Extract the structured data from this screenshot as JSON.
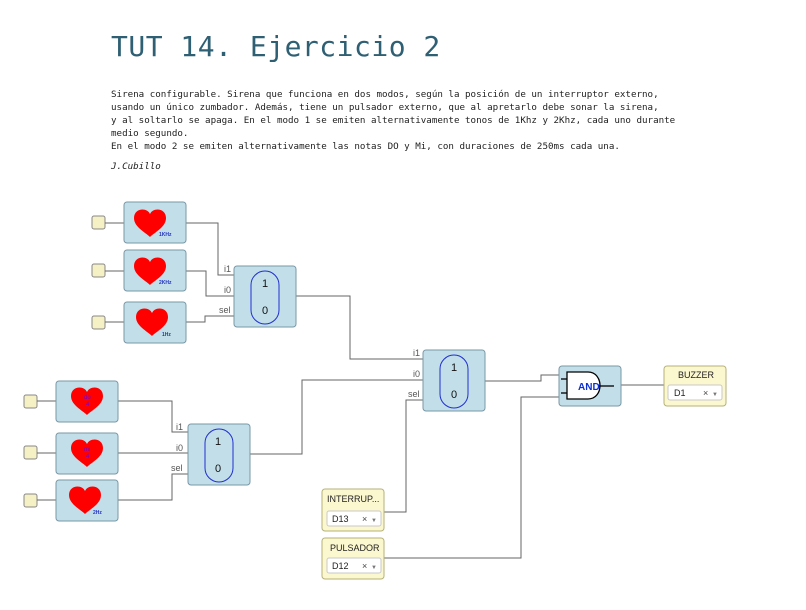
{
  "title": "TUT 14. Ejercicio 2",
  "description": [
    "Sirena configurable. Sirena que funciona en dos modos, según la posición de un interruptor externo,",
    "usando un único zumbador. Además, tiene un pulsador externo, que al apretarlo debe sonar la sirena,",
    "y al soltarlo se apaga. En el modo 1 se emiten alternativamente tonos de 1Khz y 2Khz, cada uno durante",
    "medio segundo.",
    "En el modo 2 se emiten alternativamente las notas DO y Mi, con duraciones de 250ms cada una."
  ],
  "author": "J.Cubillo",
  "blocks": {
    "heart_1khz": "1KHz",
    "heart_2khz": "2KHz",
    "heart_1hz": "1Hz",
    "heart_do_note": "do",
    "heart_do_hz": "4",
    "heart_mi_note": "mi",
    "heart_mi_hz": "4",
    "heart_2hz": "2Hz",
    "mux_port_i1": "i1",
    "mux_port_i0": "i0",
    "mux_port_sel": "sel",
    "mux_one": "1",
    "mux_zero": "0",
    "and_label": "AND"
  },
  "pins": {
    "buzzer": {
      "label": "BUZZER",
      "value": "D1"
    },
    "interruptor": {
      "label": "INTERRUP...",
      "value": "D13"
    },
    "pulsador": {
      "label": "PULSADOR",
      "value": "D12"
    },
    "clear_glyph": "×",
    "dropdown_glyph": "▼"
  },
  "colors": {
    "heart": "#ff0000",
    "block": "#c2dfe9",
    "pin": "#fbf7cf",
    "title": "#2e5f73"
  }
}
